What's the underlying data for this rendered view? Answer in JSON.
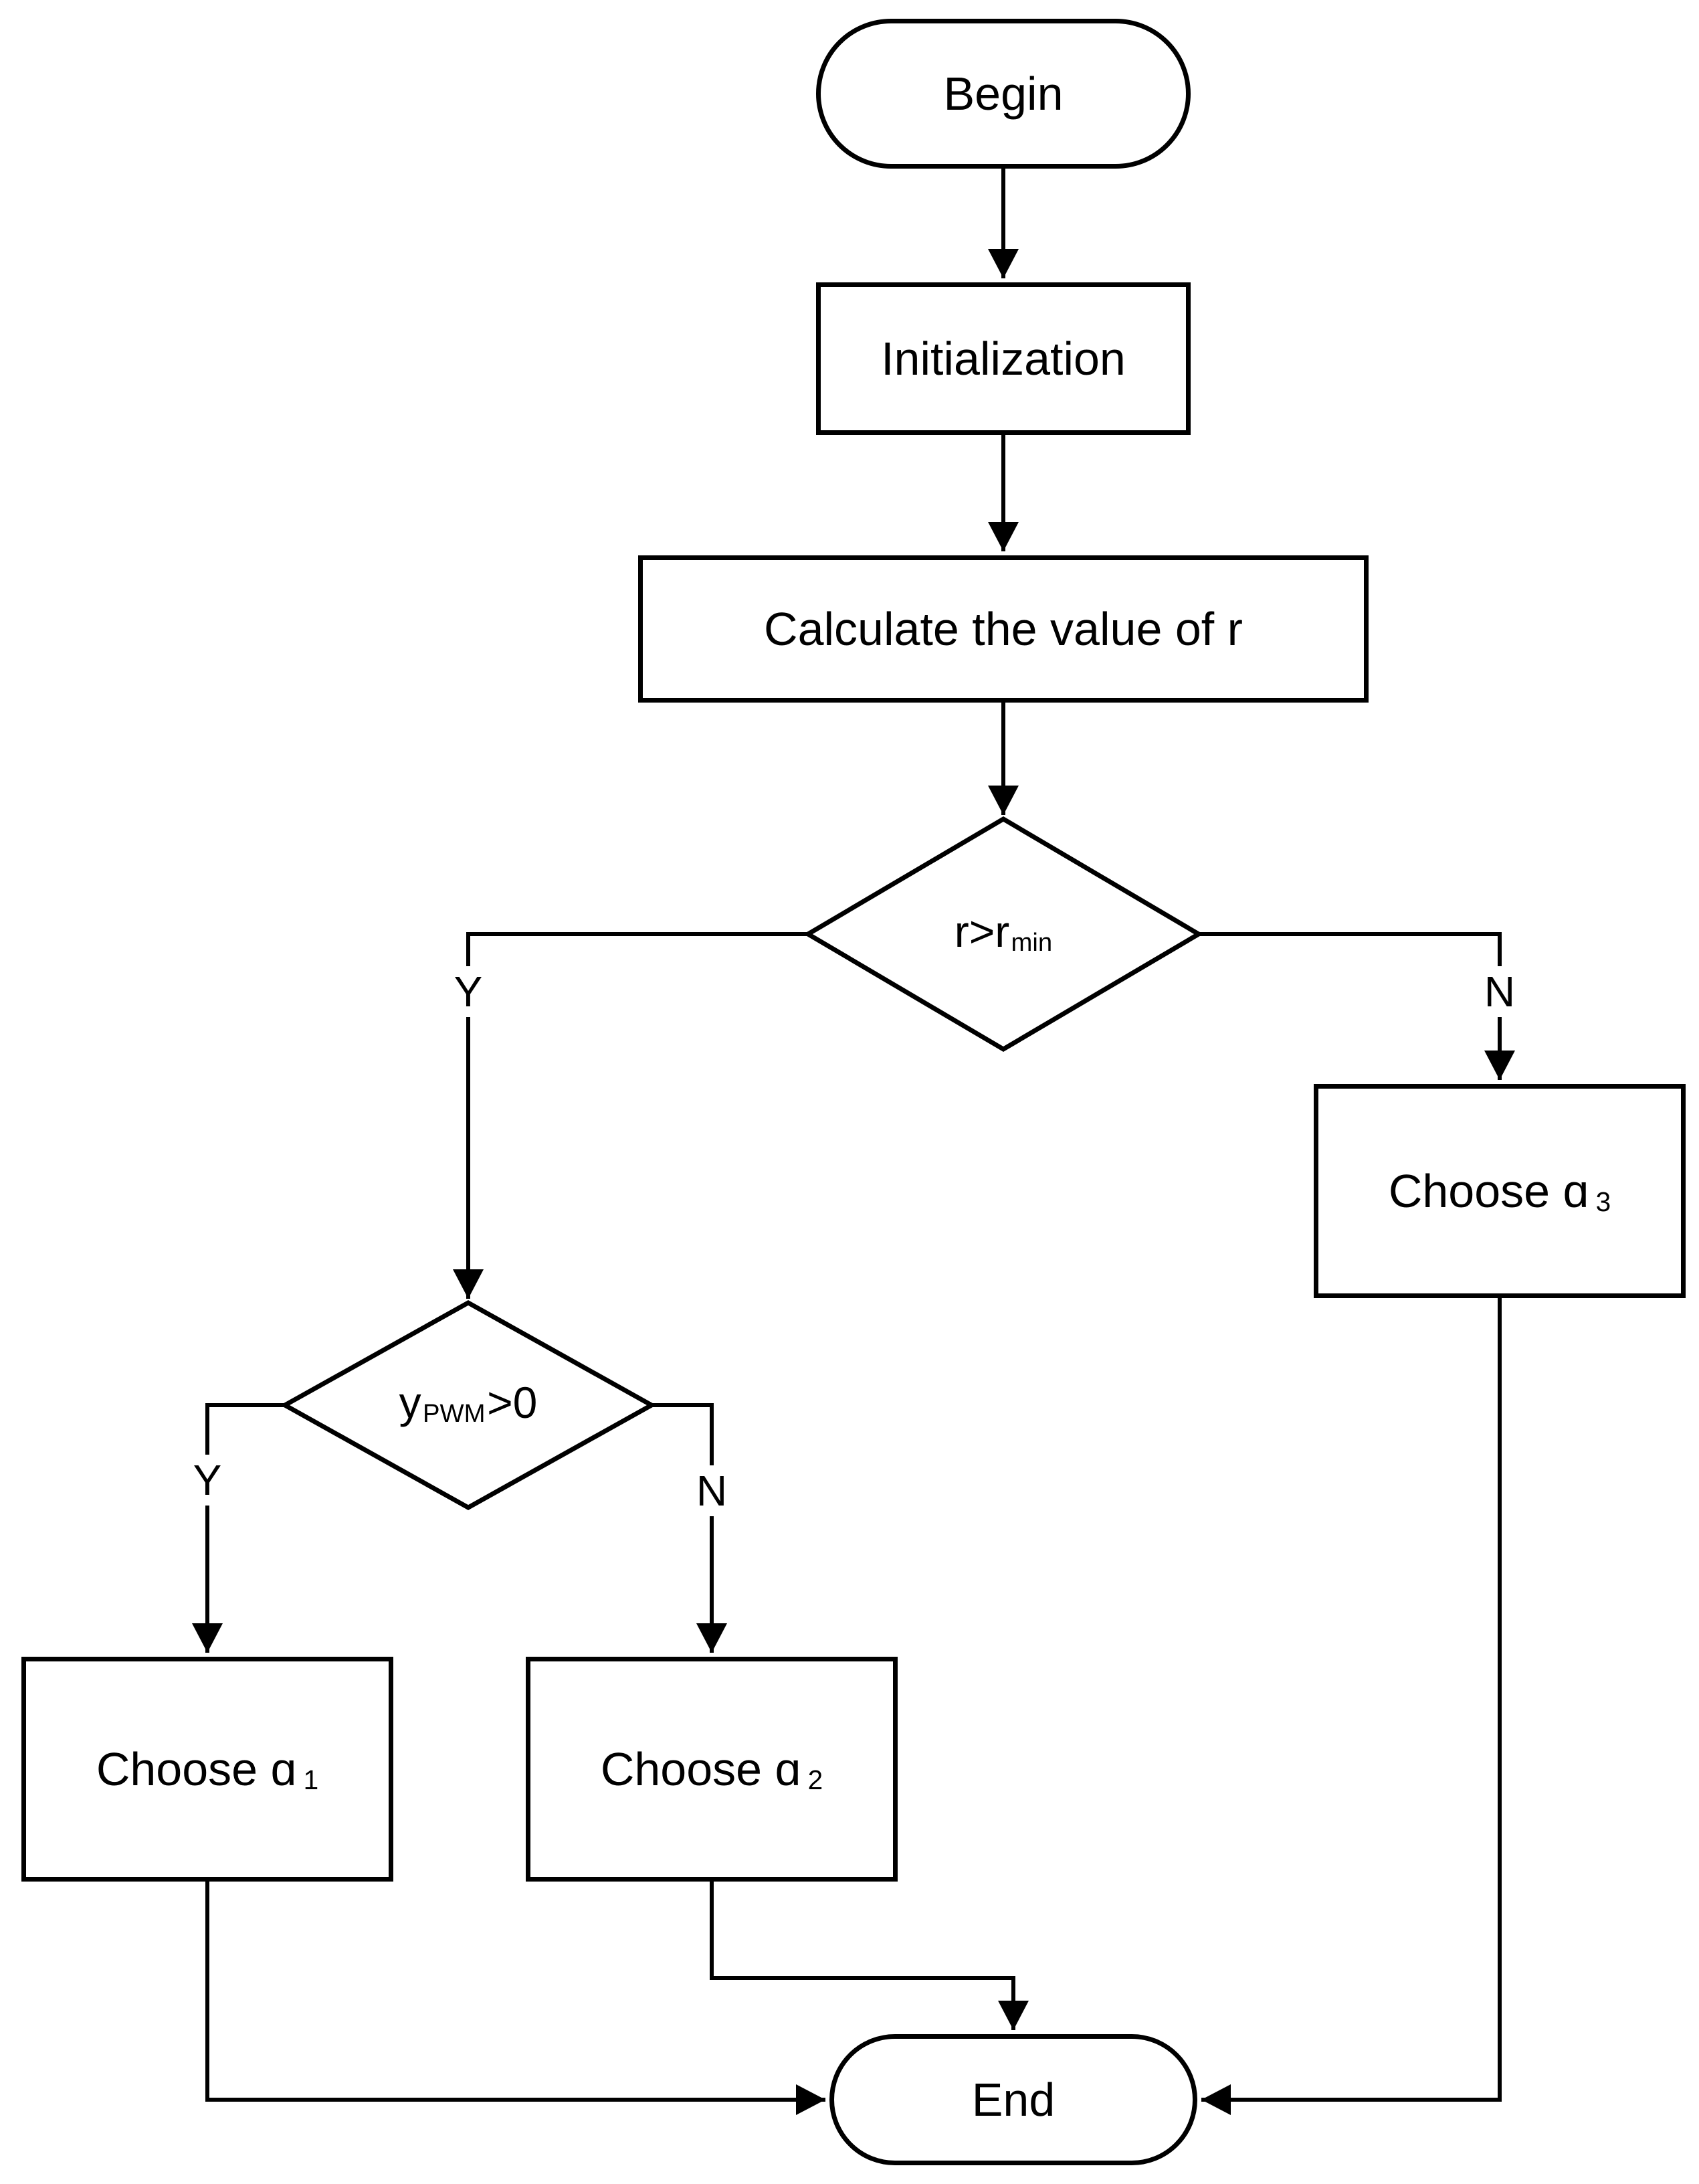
{
  "figure": {
    "type": "flowchart",
    "colors": {
      "background": "#ffffff",
      "line": "#000000"
    },
    "nodes": {
      "begin": {
        "shape": "terminator",
        "label": "Begin"
      },
      "initialization": {
        "shape": "process",
        "label": "Initialization"
      },
      "calculate": {
        "shape": "process",
        "label": "Calculate the value of r"
      },
      "decision_r": {
        "shape": "decision",
        "pre": "r>r",
        "sub": "min"
      },
      "decision_ypwm": {
        "shape": "decision",
        "pre": "y",
        "sub": "PWM",
        "post": ">0"
      },
      "choose_a1": {
        "shape": "process",
        "pre": "Choose ɑ",
        "sub": "1"
      },
      "choose_a2": {
        "shape": "process",
        "pre": "Choose ɑ",
        "sub": "2"
      },
      "choose_a3": {
        "shape": "process",
        "pre": "Choose ɑ",
        "sub": "3"
      },
      "end": {
        "shape": "terminator",
        "label": "End"
      }
    },
    "branch_labels": {
      "decision_r_yes": "Y",
      "decision_r_no": "N",
      "decision_ypwm_yes": "Y",
      "decision_ypwm_no": "N"
    }
  }
}
